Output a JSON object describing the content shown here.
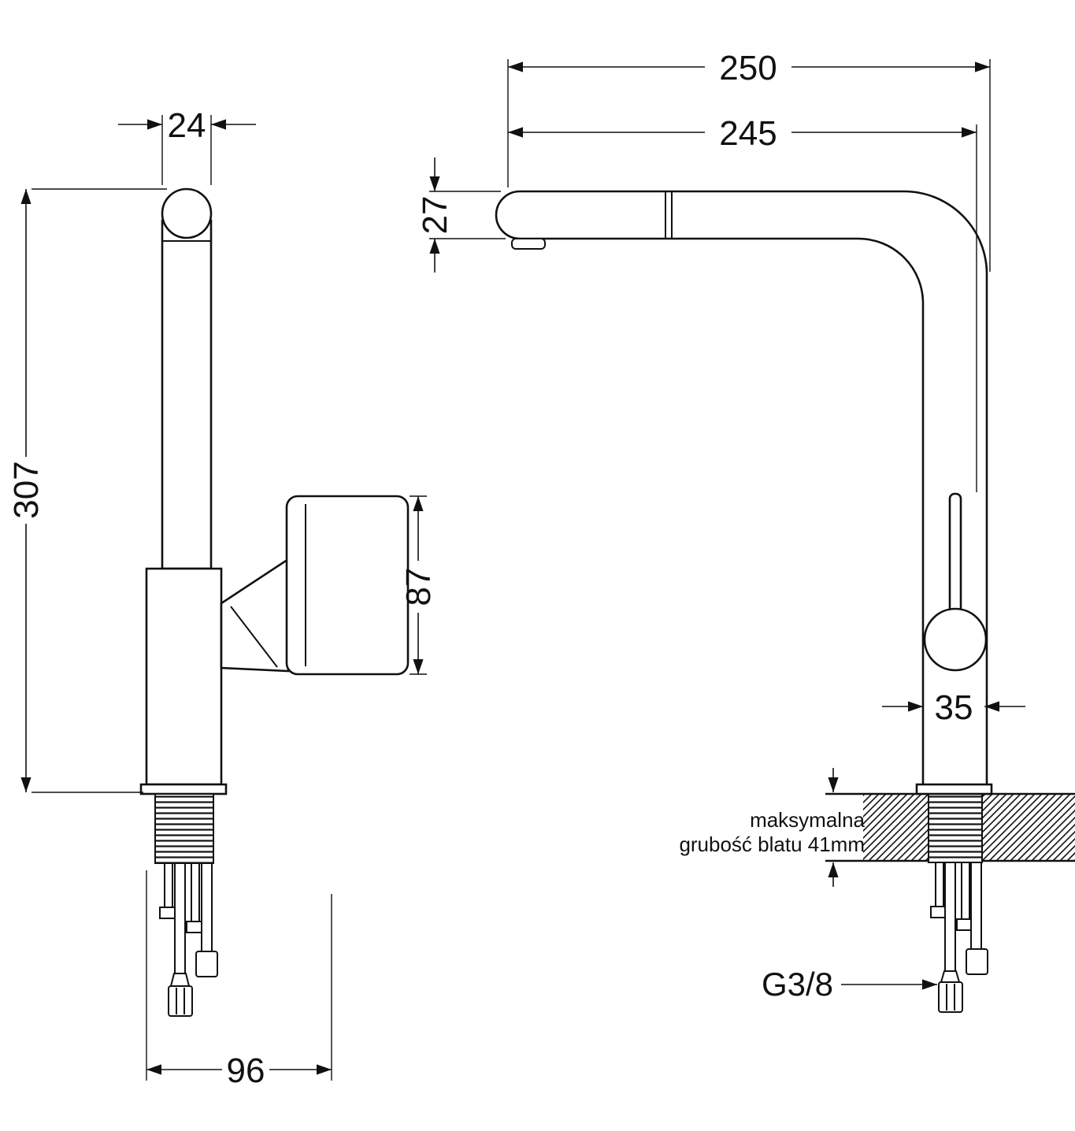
{
  "meta": {
    "background": "#ffffff",
    "line_color": "#111111",
    "drawing_type": "kitchen faucet technical dimension drawing"
  },
  "drawing": {
    "side_view": {
      "dims": {
        "spout_tube_width": "24",
        "total_height": "307",
        "handle_length": "87",
        "base_depth": "96"
      }
    },
    "front_view": {
      "dims": {
        "total_reach": "250",
        "spout_reach": "245",
        "spout_head_height": "27",
        "body_diameter": "35"
      },
      "counter_note": {
        "line1": "maksymalna",
        "line2": "grubość blatu 41mm"
      },
      "connection_thread": "G3/8"
    }
  }
}
